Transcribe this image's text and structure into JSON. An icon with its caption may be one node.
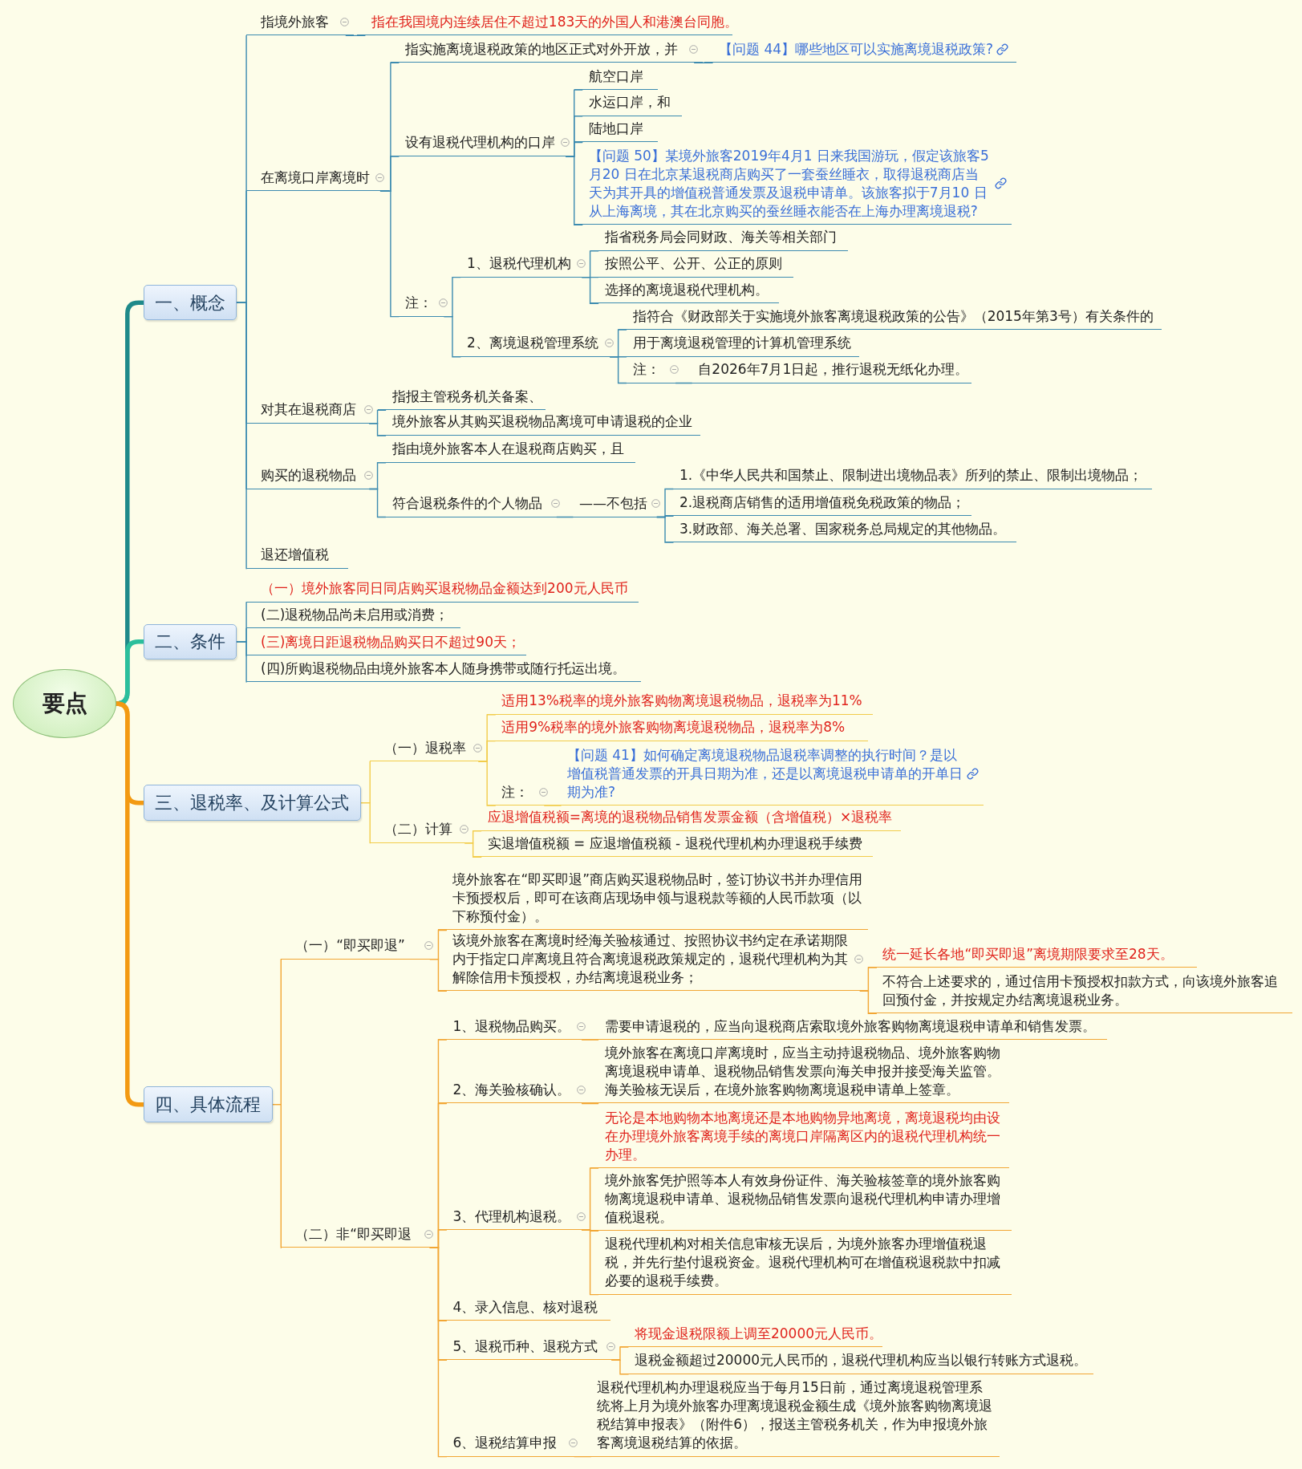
{
  "diagram": {
    "nodes": [
      {
        "text": [
          "要点"
        ]
      },
      {
        "text": [
          "一、概念"
        ]
      },
      {
        "text": [
          "指境外旅客"
        ]
      },
      {
        "text": [
          "指在我国境内连续居住不超过183天的外国人和港澳台同胞。"
        ]
      },
      {
        "text": [
          "在离境口岸离境时"
        ]
      },
      {
        "text": [
          "指实施离境退税政策的地区正式对外开放，并"
        ]
      },
      {
        "text": [
          "【问题 44】哪些地区可以实施离境退税政策?"
        ]
      },
      {
        "text": [
          "设有退税代理机构的口岸"
        ]
      },
      {
        "text": [
          "航空口岸"
        ]
      },
      {
        "text": [
          "水运口岸，和"
        ]
      },
      {
        "text": [
          "陆地口岸"
        ]
      },
      {
        "text": [
          "【问题 50】某境外旅客2019年4月1 日来我国游玩，假定该旅客5月20 日在北京某退税商店购买了一套蚕丝睡衣，取得退税商店当天为其开具的增值税普通发票及退税申请单。该旅客拟于7月10 日从上海离境，其在北京购买的蚕丝睡衣能否在上海办理离境退税?"
        ]
      },
      {
        "text": [
          "注："
        ]
      },
      {
        "text": [
          "1、退税代理机构"
        ]
      },
      {
        "text": [
          "指省税务局会同财政、海关等相关部门"
        ]
      },
      {
        "text": [
          "按照公平、公开、公正的原则"
        ]
      },
      {
        "text": [
          "选择的离境退税代理机构。"
        ]
      },
      {
        "text": [
          "2、离境退税管理系统"
        ]
      },
      {
        "text": [
          "指符合《财政部关于实施境外旅客离境退税政策的公告》（2015年第3号）有关条件的"
        ]
      },
      {
        "text": [
          "用于离境退税管理的计算机管理系统"
        ]
      },
      {
        "text": [
          "注："
        ]
      },
      {
        "text": [
          "自2026年7月1日起，推行退税无纸化办理。"
        ]
      },
      {
        "text": [
          "对其在退税商店"
        ]
      },
      {
        "text": [
          "指报主管税务机关备案、"
        ]
      },
      {
        "text": [
          "境外旅客从其购买退税物品离境可申请退税的企业"
        ]
      },
      {
        "text": [
          "购买的退税物品"
        ]
      },
      {
        "text": [
          "指由境外旅客本人在退税商店购买，且"
        ]
      },
      {
        "text": [
          "符合退税条件的个人物品"
        ]
      },
      {
        "text": [
          "——不包括"
        ]
      },
      {
        "text": [
          "1.《中华人民共和国禁止、限制进出境物品表》所列的禁止、限制出境物品；"
        ]
      },
      {
        "text": [
          "2.退税商店销售的适用增值税免税政策的物品；"
        ]
      },
      {
        "text": [
          "3.财政部、海关总署、国家税务总局规定的其他物品。"
        ]
      },
      {
        "text": [
          "退还增值税"
        ]
      },
      {
        "text": [
          "二、条件"
        ]
      },
      {
        "text": [
          "（一）境外旅客同日同店购买退税物品金额达到200元人民币"
        ]
      },
      {
        "text": [
          "(二)退税物品尚未启用或消费；"
        ]
      },
      {
        "text": [
          "(三)离境日距退税物品购买日不超过90天；"
        ]
      },
      {
        "text": [
          "(四)所购退税物品由境外旅客本人随身携带或随行托运出境。"
        ]
      },
      {
        "text": [
          "三、退税率、及计算公式"
        ]
      },
      {
        "text": [
          "（一）退税率"
        ]
      },
      {
        "text": [
          "适用13%税率的境外旅客购物离境退税物品，退税率为11%"
        ]
      },
      {
        "text": [
          "适用9%税率的境外旅客购物离境退税物品，退税率为8%"
        ]
      },
      {
        "text": [
          "注："
        ]
      },
      {
        "text": [
          "【问题 41】如何确定离境退税物品退税率调整的执行时间？是以增值税普通发票的开具日期为准，还是以离境退税申请单的开单日期为准?"
        ]
      },
      {
        "text": [
          "（二）计算"
        ]
      },
      {
        "text": [
          "应退增值税额=离境的退税物品销售发票金额（含增值税）×退税率"
        ]
      },
      {
        "text": [
          "实退增值税额 = 应退增值税额 - 退税代理机构办理退税手续费"
        ]
      },
      {
        "text": [
          "四、具体流程"
        ]
      },
      {
        "text": [
          "（一）“即买即退”"
        ]
      },
      {
        "text": [
          "境外旅客在“即买即退”商店购买退税物品时，签订协议书并办理信用卡预授权后，即可在该商店现场申领与退税款等额的人民币款项（以下称预付金）。"
        ]
      },
      {
        "text": [
          "该境外旅客在离境时经海关验核通过、按照协议书约定在承诺期限内于指定口岸离境且符合离境退税政策规定的，退税代理机构为其解除信用卡预授权，办结离境退税业务；"
        ]
      },
      {
        "text": [
          "统一延长各地“即买即退”离境期限要求至28天。"
        ]
      },
      {
        "text": [
          "不符合上述要求的，通过信用卡预授权扣款方式，向该境外旅客追回预付金，并按规定办结离境退税业务。"
        ]
      },
      {
        "text": [
          "（二）非“即买即退"
        ]
      },
      {
        "text": [
          "1、退税物品购买。"
        ]
      },
      {
        "text": [
          "需要申请退税的，应当向退税商店索取境外旅客购物离境退税申请单和销售发票。"
        ]
      },
      {
        "text": [
          "2、海关验核确认。"
        ]
      },
      {
        "text": [
          "境外旅客在离境口岸离境时，应当主动持退税物品、境外旅客购物离境退税申请单、退税物品销售发票向海关申报并接受海关监管。海关验核无误后，在境外旅客购物离境退税申请单上签章。"
        ]
      },
      {
        "text": [
          "3、代理机构退税。"
        ]
      },
      {
        "text": [
          "无论是本地购物本地离境还是本地购物异地离境，离境退税均由设在办理境外旅客离境手续的离境口岸隔离区内的退税代理机构统一办理。"
        ]
      },
      {
        "text": [
          "境外旅客凭护照等本人有效身份证件、海关验核签章的境外旅客购物离境退税申请单、退税物品销售发票向退税代理机构申请办理增值税退税。"
        ]
      },
      {
        "text": [
          "退税代理机构对相关信息审核无误后，为境外旅客办理增值税退税，并先行垫付退税资金。退税代理机构可在增值税退税款中扣减必要的退税手续费。"
        ]
      },
      {
        "text": [
          "4、录入信息、核对退税"
        ]
      },
      {
        "text": [
          "5、退税币种、退税方式"
        ]
      },
      {
        "text": [
          "将现金退税限额上调至20000元人民币。"
        ]
      },
      {
        "text": [
          "退税金额超过20000元人民币的，退税代理机构应当以银行转账方式退税。"
        ]
      },
      {
        "text": [
          "6、退税结算申报"
        ]
      },
      {
        "text": [
          "退税代理机构办理退税应当于每月15日前，通过离境退税管理系统将上月为境外旅客办理离境退税金额生成《境外旅客购物离境退税结算申报表》（附件6），报送主管税务机关，作为申报境外旅客离境退税结算的依据。"
        ]
      }
    ],
    "edges": [
      {
        "from": 0,
        "to": 1,
        "arrow": "none",
        "style": "thick",
        "color": "#1f8a8a"
      },
      {
        "from": 0,
        "to": 33,
        "arrow": "none",
        "style": "thick",
        "color": "#2bbf9c"
      },
      {
        "from": 0,
        "to": 38,
        "arrow": "none",
        "style": "thick",
        "color": "#f39a12"
      },
      {
        "from": 0,
        "to": 47,
        "arrow": "none",
        "style": "thick",
        "color": "#f39a12"
      },
      {
        "from": 1,
        "to": 2,
        "arrow": "none"
      },
      {
        "from": 2,
        "to": 3,
        "arrow": "none"
      },
      {
        "from": 1,
        "to": 4,
        "arrow": "none"
      },
      {
        "from": 4,
        "to": 5,
        "arrow": "none"
      },
      {
        "from": 5,
        "to": 6,
        "arrow": "none"
      },
      {
        "from": 4,
        "to": 7,
        "arrow": "none"
      },
      {
        "from": 7,
        "to": 8,
        "arrow": "none"
      },
      {
        "from": 7,
        "to": 9,
        "arrow": "none"
      },
      {
        "from": 7,
        "to": 10,
        "arrow": "none"
      },
      {
        "from": 7,
        "to": 11,
        "arrow": "none"
      },
      {
        "from": 4,
        "to": 12,
        "arrow": "none"
      },
      {
        "from": 12,
        "to": 13,
        "arrow": "none"
      },
      {
        "from": 13,
        "to": 14,
        "arrow": "none"
      },
      {
        "from": 13,
        "to": 15,
        "arrow": "none"
      },
      {
        "from": 13,
        "to": 16,
        "arrow": "none"
      },
      {
        "from": 12,
        "to": 17,
        "arrow": "none"
      },
      {
        "from": 17,
        "to": 18,
        "arrow": "none"
      },
      {
        "from": 17,
        "to": 19,
        "arrow": "none"
      },
      {
        "from": 17,
        "to": 20,
        "arrow": "none"
      },
      {
        "from": 20,
        "to": 21,
        "arrow": "none"
      },
      {
        "from": 1,
        "to": 22,
        "arrow": "none"
      },
      {
        "from": 22,
        "to": 23,
        "arrow": "none"
      },
      {
        "from": 22,
        "to": 24,
        "arrow": "none"
      },
      {
        "from": 1,
        "to": 25,
        "arrow": "none"
      },
      {
        "from": 25,
        "to": 26,
        "arrow": "none"
      },
      {
        "from": 25,
        "to": 27,
        "arrow": "none"
      },
      {
        "from": 27,
        "to": 28,
        "arrow": "none"
      },
      {
        "from": 28,
        "to": 29,
        "arrow": "none"
      },
      {
        "from": 28,
        "to": 30,
        "arrow": "none"
      },
      {
        "from": 28,
        "to": 31,
        "arrow": "none"
      },
      {
        "from": 1,
        "to": 32,
        "arrow": "none"
      },
      {
        "from": 33,
        "to": 34,
        "arrow": "none"
      },
      {
        "from": 33,
        "to": 35,
        "arrow": "none"
      },
      {
        "from": 33,
        "to": 36,
        "arrow": "none"
      },
      {
        "from": 33,
        "to": 37,
        "arrow": "none"
      },
      {
        "from": 38,
        "to": 39,
        "arrow": "none",
        "color": "#f2cc4a"
      },
      {
        "from": 39,
        "to": 40,
        "arrow": "none",
        "color": "#f2cc4a"
      },
      {
        "from": 39,
        "to": 41,
        "arrow": "none",
        "color": "#f2cc4a"
      },
      {
        "from": 39,
        "to": 42,
        "arrow": "none",
        "color": "#f2cc4a"
      },
      {
        "from": 42,
        "to": 43,
        "arrow": "none",
        "color": "#f2cc4a"
      },
      {
        "from": 38,
        "to": 44,
        "arrow": "none",
        "color": "#f2cc4a"
      },
      {
        "from": 44,
        "to": 45,
        "arrow": "none",
        "color": "#f2cc4a"
      },
      {
        "from": 44,
        "to": 46,
        "arrow": "none",
        "color": "#f2cc4a"
      },
      {
        "from": 47,
        "to": 48,
        "arrow": "none",
        "color": "#f2a634"
      },
      {
        "from": 48,
        "to": 49,
        "arrow": "none",
        "color": "#f2a634"
      },
      {
        "from": 48,
        "to": 50,
        "arrow": "none",
        "color": "#f2a634"
      },
      {
        "from": 50,
        "to": 51,
        "arrow": "none",
        "color": "#f2a634"
      },
      {
        "from": 50,
        "to": 52,
        "arrow": "none",
        "color": "#f2a634"
      },
      {
        "from": 47,
        "to": 53,
        "arrow": "none",
        "color": "#f2a634"
      },
      {
        "from": 53,
        "to": 54,
        "arrow": "none",
        "color": "#f2a634"
      },
      {
        "from": 54,
        "to": 55,
        "arrow": "none",
        "color": "#f2a634"
      },
      {
        "from": 53,
        "to": 56,
        "arrow": "none",
        "color": "#f2a634"
      },
      {
        "from": 56,
        "to": 57,
        "arrow": "none",
        "color": "#f2a634"
      },
      {
        "from": 53,
        "to": 58,
        "arrow": "none",
        "color": "#f2a634"
      },
      {
        "from": 58,
        "to": 59,
        "arrow": "none",
        "color": "#f2a634"
      },
      {
        "from": 58,
        "to": 60,
        "arrow": "none",
        "color": "#f2a634"
      },
      {
        "from": 58,
        "to": 61,
        "arrow": "none",
        "color": "#f2a634"
      },
      {
        "from": 53,
        "to": 62,
        "arrow": "none",
        "color": "#f2a634"
      },
      {
        "from": 53,
        "to": 63,
        "arrow": "none",
        "color": "#f2a634"
      },
      {
        "from": 63,
        "to": 64,
        "arrow": "none",
        "color": "#f2a634"
      },
      {
        "from": 63,
        "to": 65,
        "arrow": "none",
        "color": "#f2a634"
      },
      {
        "from": 53,
        "to": 66,
        "arrow": "none",
        "color": "#f2a634"
      },
      {
        "from": 66,
        "to": 67,
        "arrow": "none",
        "color": "#f2a634"
      }
    ]
  }
}
